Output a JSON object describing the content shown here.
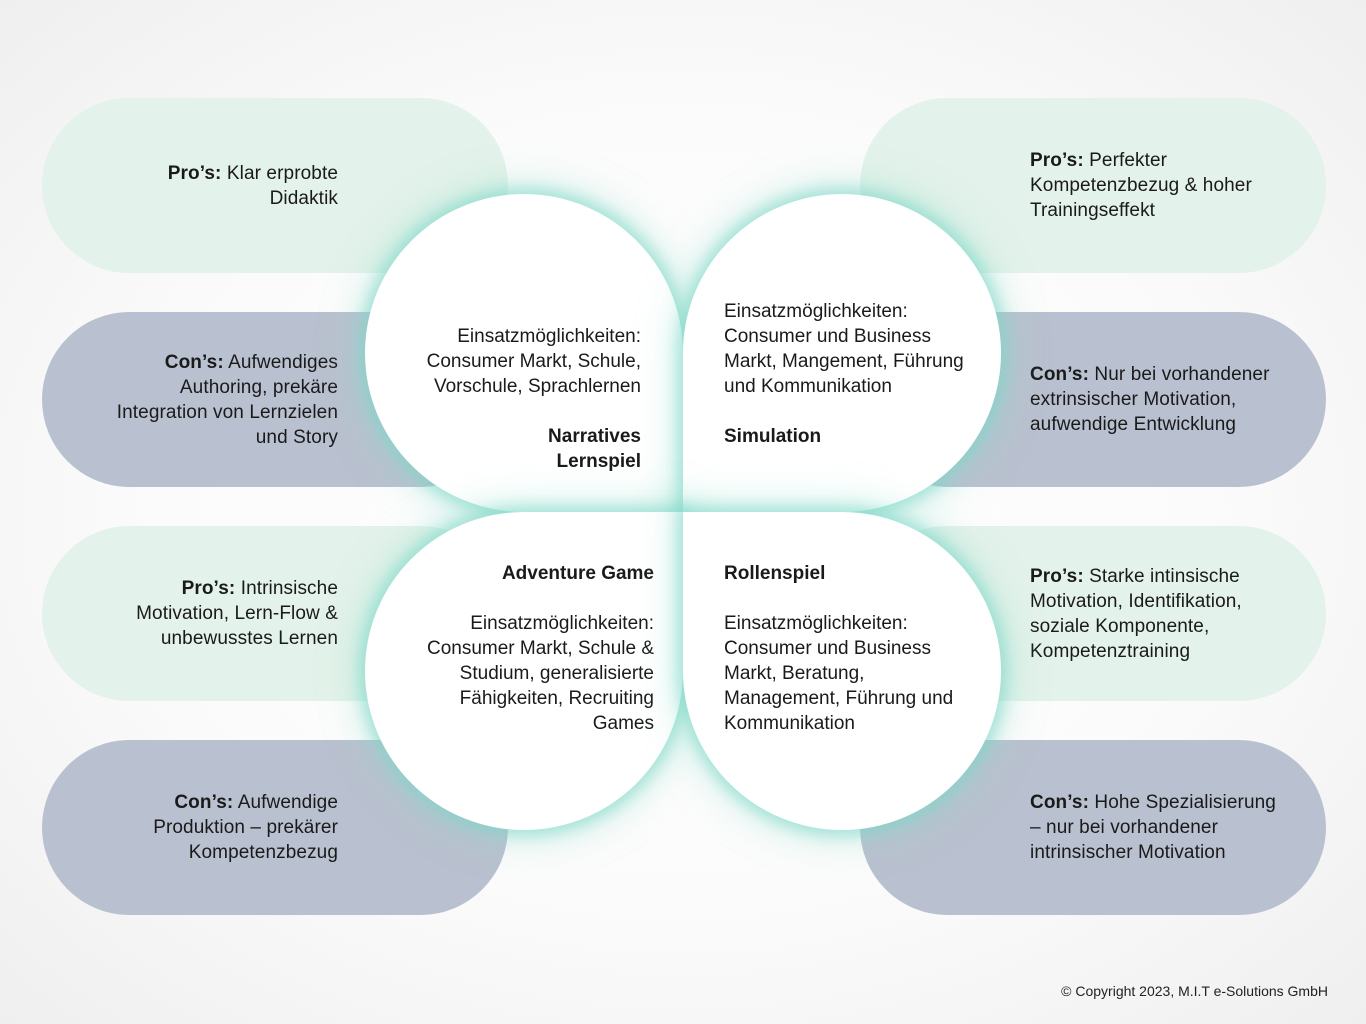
{
  "pills": {
    "narrative_pro": {
      "label": "Pro’s:",
      "text": " Klar erprobte Didaktik"
    },
    "narrative_con": {
      "label": "Con’s:",
      "text": " Aufwendiges Authoring, prekäre Integration von Lernzielen und Story"
    },
    "adventure_pro": {
      "label": "Pro’s:",
      "text": " Intrinsische Motivation, Lern-Flow & unbewusstes Lernen"
    },
    "adventure_con": {
      "label": "Con’s:",
      "text": " Aufwendige Produktion – prekärer Kompetenzbezug"
    },
    "simulation_pro": {
      "label": "Pro’s:",
      "text": " Perfekter Kompetenzbezug & hoher Trainingseffekt"
    },
    "simulation_con": {
      "label": "Con’s:",
      "text": " Nur bei vorhandener extrinsischer Motivation, aufwendige Entwicklung"
    },
    "roleplay_pro": {
      "label": "Pro’s:",
      "text": " Starke intinsische Motivation, Identifikation, soziale Komponente, Kompetenztraining"
    },
    "roleplay_con": {
      "label": "Con’s:",
      "text": " Hohe Spezialisierung – nur bei vorhandener intrinsischer Motivation"
    }
  },
  "circles": {
    "narrative": {
      "title": "Narratives Lernspiel",
      "uses": "Einsatzmöglichkeiten: Consumer Markt, Schule, Vorschule, Sprachlernen"
    },
    "simulation": {
      "title": "Simulation",
      "uses": "Einsatzmöglichkeiten: Consumer und Business Markt, Mangement, Führung und Kommunikation"
    },
    "adventure": {
      "title": "Adventure Game",
      "uses": "Einsatzmöglichkeiten: Consumer Markt, Schule & Studium, generalisierte Fähigkeiten, Recruiting Games"
    },
    "roleplay": {
      "title": "Rollenspiel",
      "uses": "Einsatzmöglichkeiten: Consumer und Business Markt, Beratung, Management, Führung und Kommunikation"
    }
  },
  "colors": {
    "pro": "#e3f2ea",
    "con": "#b9c0cf",
    "glow": "#76d6c4"
  },
  "copyright": "© Copyright 2023, M.I.T e-Solutions GmbH"
}
